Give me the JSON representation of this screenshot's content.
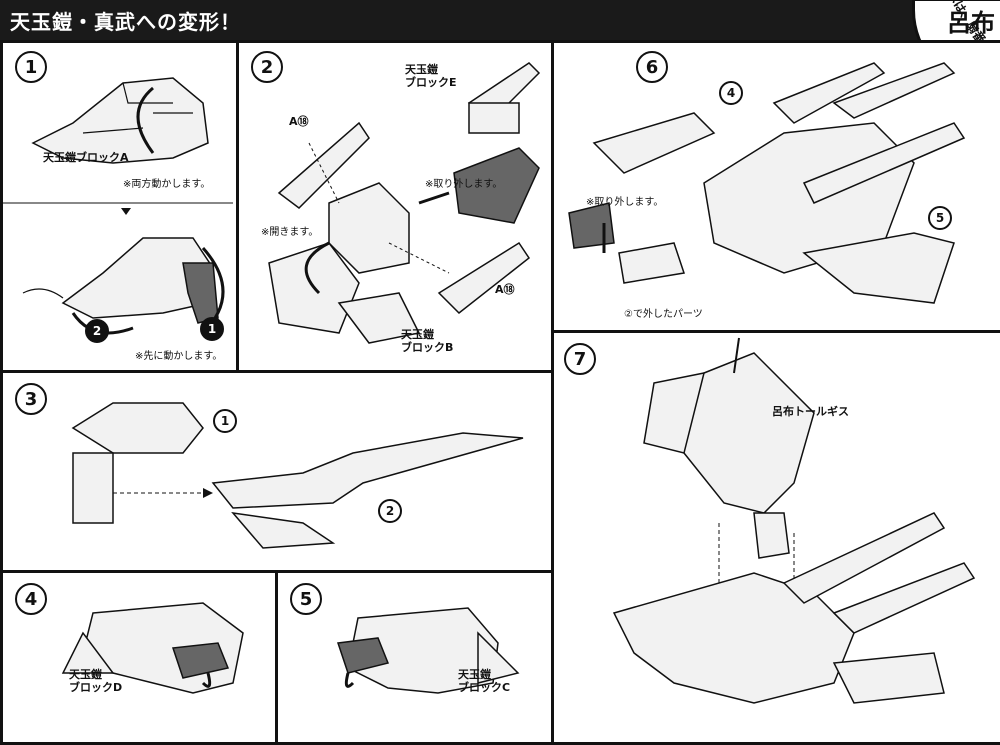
{
  "header": {
    "title": "天玉鎧・真武への変形！"
  },
  "corner": {
    "title": "呂布",
    "subtitle": "変形態へは、扇番号"
  },
  "steps": {
    "s1": "1",
    "s2": "2",
    "s3": "3",
    "s4": "4",
    "s5": "5",
    "s6": "6",
    "s7": "7"
  },
  "panel1": {
    "block_a": "天玉鎧ブロックA",
    "note_both": "※両方動かします。",
    "note_first": "※先に動かします。",
    "c1": "1",
    "c2": "2"
  },
  "panel2": {
    "a18_top": "A⑱",
    "a18_bottom": "A⑱",
    "block_e": "天玉鎧\nブロックE",
    "remove": "※取り外します。",
    "open": "※開きます。",
    "block_b": "天玉鎧\nブロックB"
  },
  "panel3": {
    "c1": "1",
    "c2": "2"
  },
  "panel4": {
    "block_d": "天玉鎧\nブロックD"
  },
  "panel5": {
    "block_c": "天玉鎧\nブロックC"
  },
  "panel6": {
    "c4": "4",
    "c5": "5",
    "remove": "※取り外します。",
    "parts": "②で外したパーツ"
  },
  "panel7": {
    "tallgeese": "呂布トールギス"
  }
}
